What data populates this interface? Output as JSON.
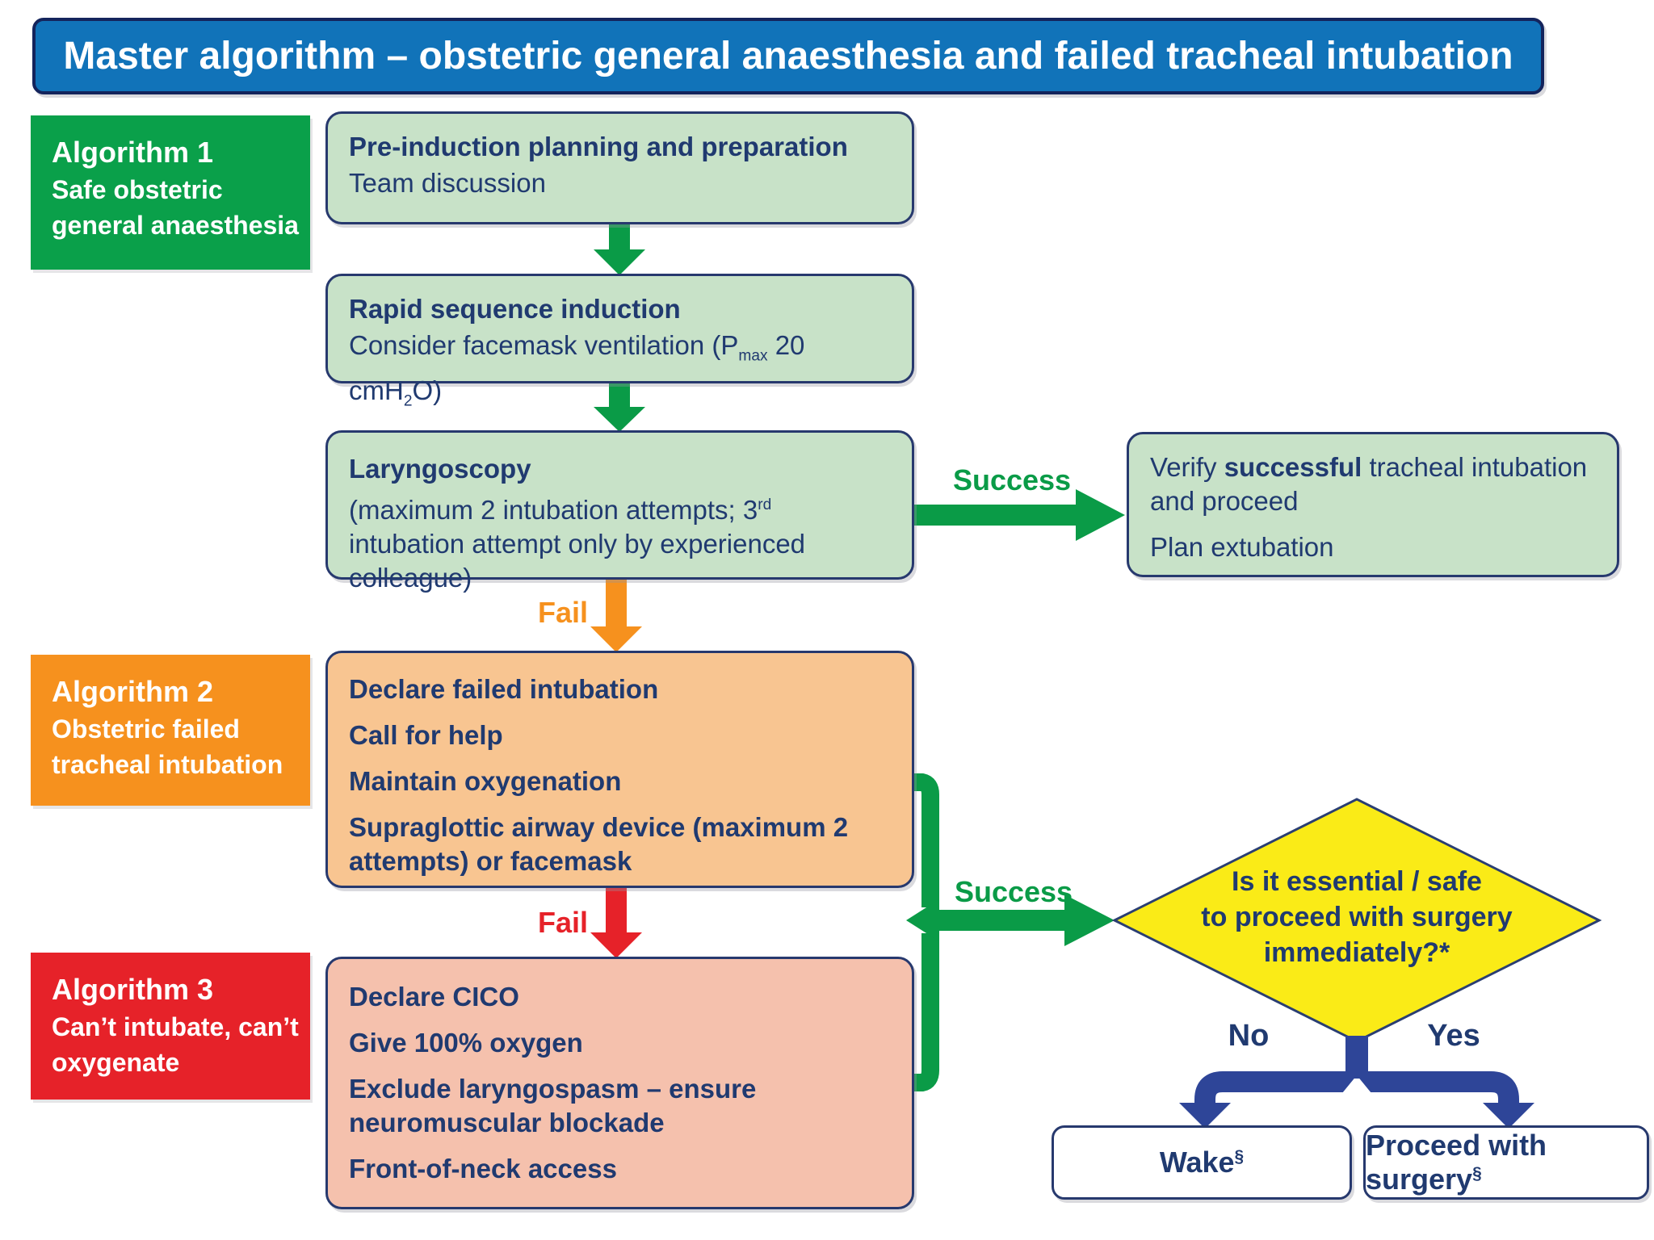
{
  "title": "Master algorithm – obstetric general anaesthesia and failed tracheal intubation",
  "sidebar": [
    {
      "title": "Algorithm 1",
      "desc": "Safe obstetric general anaesthesia"
    },
    {
      "title": "Algorithm 2",
      "desc": "Obstetric failed tracheal intubation"
    },
    {
      "title": "Algorithm 3",
      "desc": "Can’t intubate, can’t oxygenate"
    }
  ],
  "boxes": {
    "preinduction": {
      "paras": [
        [
          {
            "t": "Pre-induction planning and preparation",
            "s": "b"
          }
        ],
        [
          {
            "t": "Team discussion"
          }
        ]
      ]
    },
    "rsi": {
      "paras": [
        [
          {
            "t": "Rapid sequence induction",
            "s": "b"
          }
        ],
        [
          {
            "t": "Consider facemask ventilation (P"
          },
          {
            "t": "max",
            "s": "sub"
          },
          {
            "t": " 20 cmH"
          },
          {
            "t": "2",
            "s": "sub"
          },
          {
            "t": "O)"
          }
        ]
      ]
    },
    "laryngoscopy": {
      "paras": [
        [
          {
            "t": "Laryngoscopy",
            "s": "b"
          }
        ],
        [
          {
            "t": "(maximum 2 intubation attempts; 3"
          },
          {
            "t": "rd",
            "s": "sup"
          },
          {
            "t": " intubation attempt only by experienced colleague)"
          }
        ]
      ]
    },
    "verify": {
      "paras": [
        [
          {
            "t": "Verify "
          },
          {
            "t": "successful",
            "s": "b"
          },
          {
            "t": " tracheal intubation and proceed"
          }
        ],
        [
          {
            "t": "Plan extubation"
          }
        ]
      ]
    },
    "failed_intubation": {
      "paras": [
        [
          {
            "t": "Declare failed intubation",
            "s": "b"
          }
        ],
        [
          {
            "t": "Call for help",
            "s": "b"
          }
        ],
        [
          {
            "t": "Maintain oxygenation",
            "s": "b"
          }
        ],
        [
          {
            "t": "Supraglottic airway device (maximum 2 attempts) or facemask",
            "s": "b"
          }
        ]
      ]
    },
    "cico": {
      "paras": [
        [
          {
            "t": "Declare CICO",
            "s": "b"
          }
        ],
        [
          {
            "t": "Give 100% oxygen",
            "s": "b"
          }
        ],
        [
          {
            "t": "Exclude laryngospasm – ensure neuromuscular blockade",
            "s": "b"
          }
        ],
        [
          {
            "t": "Front-of-neck access",
            "s": "b"
          }
        ]
      ]
    },
    "wake": {
      "label": [
        {
          "t": "Wake",
          "s": "b"
        },
        {
          "t": "§",
          "s": "sup"
        }
      ]
    },
    "proceed": {
      "label": [
        {
          "t": "Proceed with surgery",
          "s": "b"
        },
        {
          "t": "§",
          "s": "sup"
        }
      ]
    }
  },
  "diamond": {
    "lines": [
      "Is it essential / safe",
      "to proceed with surgery",
      "immediately?*"
    ]
  },
  "labels": {
    "success_top": "Success",
    "success_bottom": "Success",
    "fail_top": "Fail",
    "fail_bottom": "Fail",
    "no": "No",
    "yes": "Yes"
  },
  "colors": {
    "title_bg": "#1173B9",
    "title_border": "#14245C",
    "green_label": "#0AA04A",
    "light_green_box": "#C8E2C8",
    "orange_label": "#F6911E",
    "peach_box": "#F8C591",
    "red_label": "#E62229",
    "salmon_box": "#F5C1AD",
    "diamond_yellow": "#FAEB17",
    "navy_text": "#203A70",
    "navy_arrow": "#2E4598",
    "box_border": "#27396E",
    "green_arrow": "#0A9B47"
  }
}
